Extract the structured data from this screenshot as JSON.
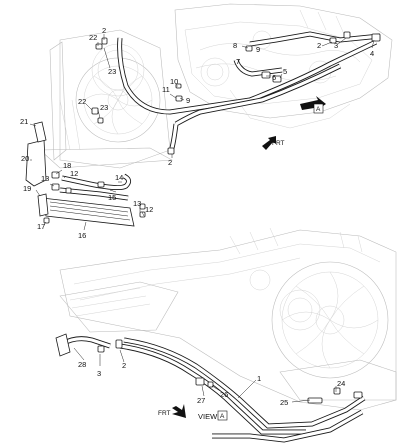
{
  "upper_view": {
    "callouts": [
      {
        "id": "c2a",
        "text": "2"
      },
      {
        "id": "c22a",
        "text": "22"
      },
      {
        "id": "c23a",
        "text": "23"
      },
      {
        "id": "c8",
        "text": "8"
      },
      {
        "id": "c9a",
        "text": "9"
      },
      {
        "id": "c7",
        "text": "7"
      },
      {
        "id": "c6",
        "text": "6"
      },
      {
        "id": "c5",
        "text": "5"
      },
      {
        "id": "c2b",
        "text": "2"
      },
      {
        "id": "c3a",
        "text": "3"
      },
      {
        "id": "c4",
        "text": "4"
      },
      {
        "id": "c11",
        "text": "11"
      },
      {
        "id": "c10",
        "text": "10"
      },
      {
        "id": "c9b",
        "text": "9"
      },
      {
        "id": "c22b",
        "text": "22"
      },
      {
        "id": "c23b",
        "text": "23"
      },
      {
        "id": "c21",
        "text": "21"
      },
      {
        "id": "c20",
        "text": "20"
      },
      {
        "id": "c18",
        "text": "18"
      },
      {
        "id": "c12a",
        "text": "12"
      },
      {
        "id": "c19",
        "text": "19"
      },
      {
        "id": "c13a",
        "text": "13"
      },
      {
        "id": "c14",
        "text": "14"
      },
      {
        "id": "c15",
        "text": "15"
      },
      {
        "id": "c13b",
        "text": "13"
      },
      {
        "id": "c12b",
        "text": "12"
      },
      {
        "id": "c17",
        "text": "17"
      },
      {
        "id": "c16",
        "text": "16"
      },
      {
        "id": "c2c",
        "text": "2"
      }
    ],
    "view_tag": "A",
    "front_label": "FRT"
  },
  "lower_view": {
    "callouts": [
      {
        "id": "d28",
        "text": "28"
      },
      {
        "id": "d3",
        "text": "3"
      },
      {
        "id": "d2",
        "text": "2"
      },
      {
        "id": "d1",
        "text": "1"
      },
      {
        "id": "d27",
        "text": "27"
      },
      {
        "id": "d26",
        "text": "26"
      },
      {
        "id": "d24",
        "text": "24"
      },
      {
        "id": "d25",
        "text": "25"
      }
    ],
    "front_label": "FRT",
    "view_label": "VIEW",
    "view_tag": "A"
  }
}
